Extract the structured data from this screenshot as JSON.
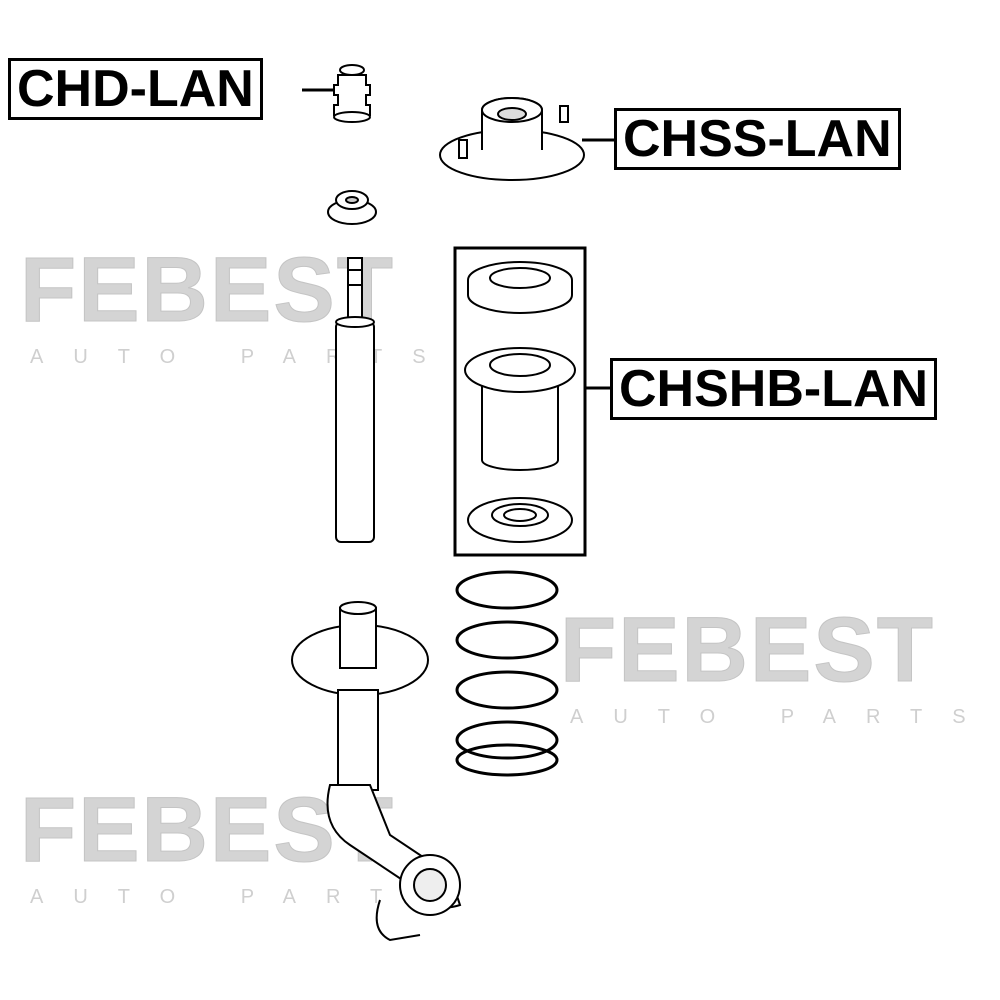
{
  "watermark": {
    "brand": "FEBEST",
    "tagline": "AUTO PARTS"
  },
  "labels": {
    "bump_stop": "CHD-LAN",
    "strut_mount": "CHSS-LAN",
    "boot_kit": "CHSHB-LAN"
  }
}
